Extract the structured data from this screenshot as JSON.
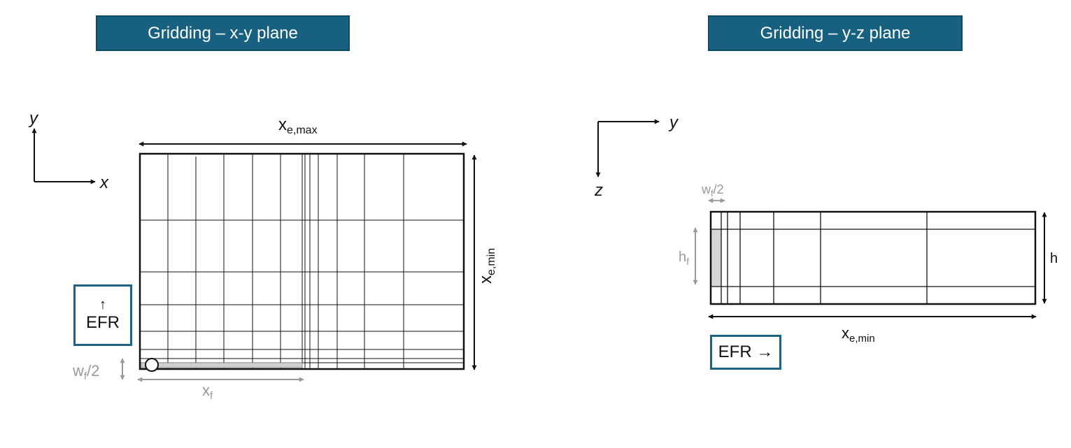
{
  "titles": {
    "xy": "Gridding – x-y plane",
    "yz": "Gridding – y-z plane"
  },
  "xy_axes": {
    "x": "x",
    "y": "y"
  },
  "yz_axes": {
    "y": "y",
    "z": "z"
  },
  "xy_dims": {
    "xe_max": {
      "main": "x",
      "sub": "e,max"
    },
    "xe_min": {
      "main": "x",
      "sub": "e,min"
    },
    "xf": {
      "main": "x",
      "sub": "f"
    },
    "wf_half": {
      "main": "w",
      "sub": "f",
      "suffix": "/2"
    }
  },
  "yz_dims": {
    "wf_half": {
      "main": "w",
      "sub": "f",
      "suffix": "/2"
    },
    "hf": {
      "main": "h",
      "sub": "f"
    },
    "h": "h",
    "xe_min": {
      "main": "x",
      "sub": "e,min"
    }
  },
  "efr": {
    "xy_arrow": "↑",
    "xy_label": "EFR",
    "yz_label": "EFR →"
  },
  "colors": {
    "banner": "#17607f",
    "efr_border": "#1c6482",
    "grid": "#111111",
    "dim_gray": "#999999",
    "fracture_fill": "#cfcfcf"
  }
}
